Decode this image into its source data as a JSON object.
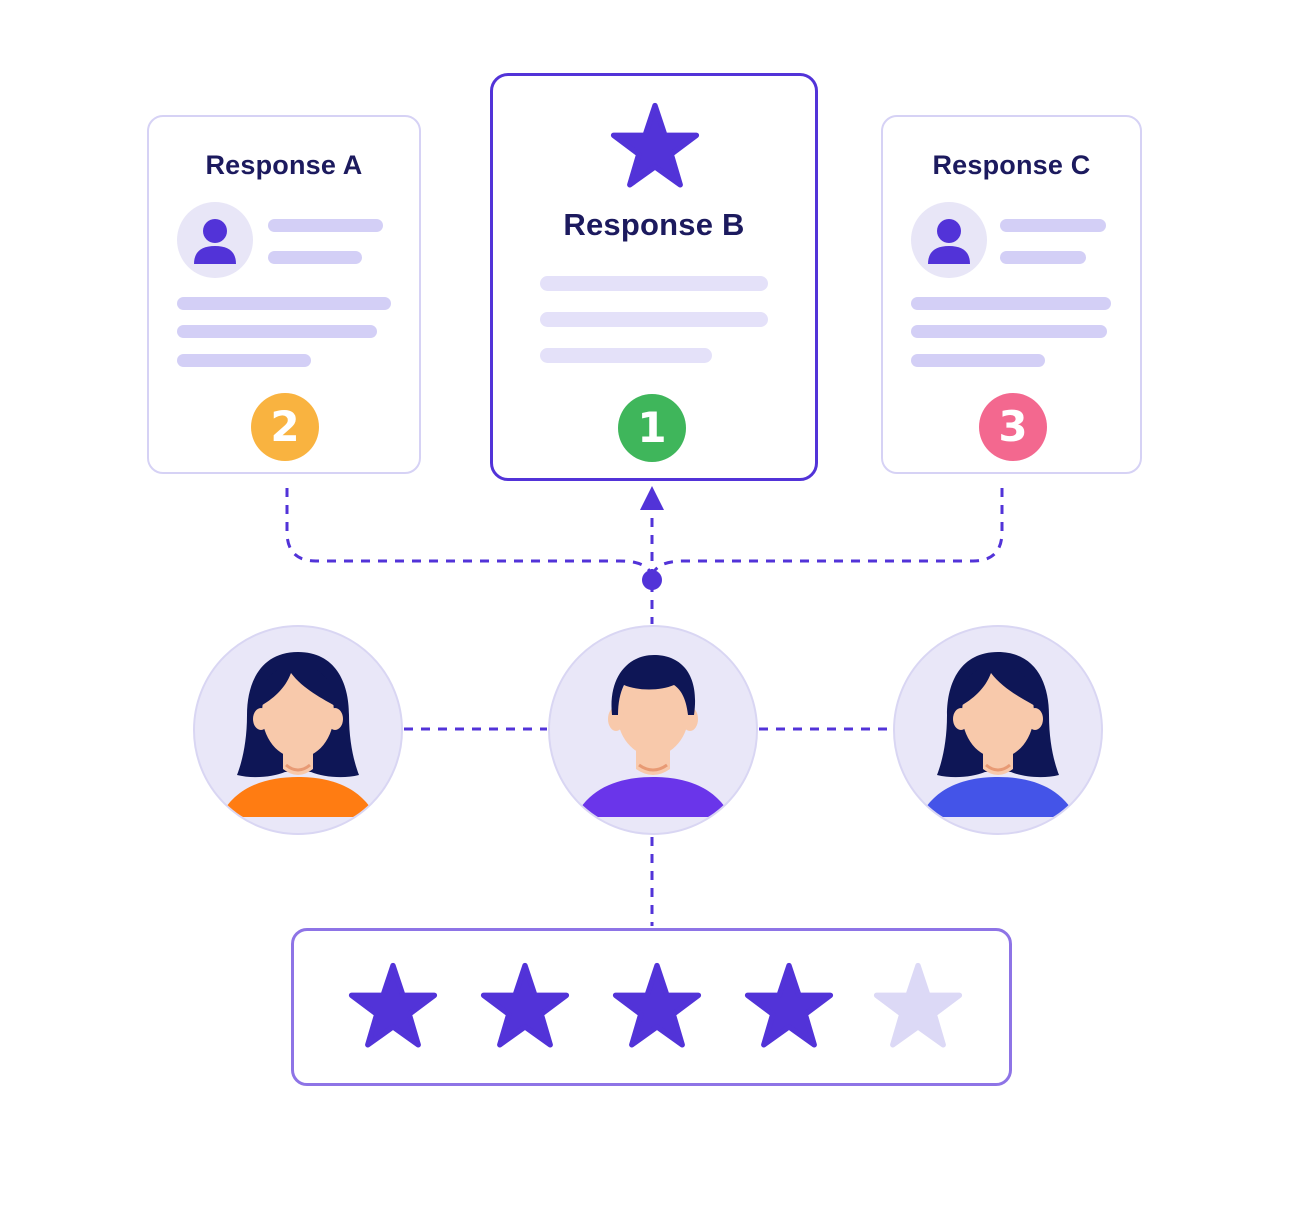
{
  "colors": {
    "accent": "#5233d8",
    "title_text": "#1c1a5e",
    "card_border": "#d6d2f5",
    "skeleton_line": "#d3cff6",
    "star_filled": "#5233d8",
    "star_empty": "#dcd9f6",
    "skin": "#f8c9ab",
    "hair": "#0e1656"
  },
  "responses": [
    {
      "title": "Response A",
      "rank": "2",
      "rank_color": "#f9b340",
      "icon": "user-icon"
    },
    {
      "title": "Response B",
      "rank": "1",
      "rank_color": "#3fb65b",
      "icon": "star-icon",
      "selected": true
    },
    {
      "title": "Response C",
      "rank": "3",
      "rank_color": "#f3688f",
      "icon": "user-icon"
    }
  ],
  "evaluators": [
    {
      "label": "woman",
      "shirt_color": "#ff7c12"
    },
    {
      "label": "man",
      "shirt_color": "#6a35ea"
    },
    {
      "label": "woman",
      "shirt_color": "#4454e8"
    }
  ],
  "rating": {
    "filled": 4,
    "total": 5
  }
}
